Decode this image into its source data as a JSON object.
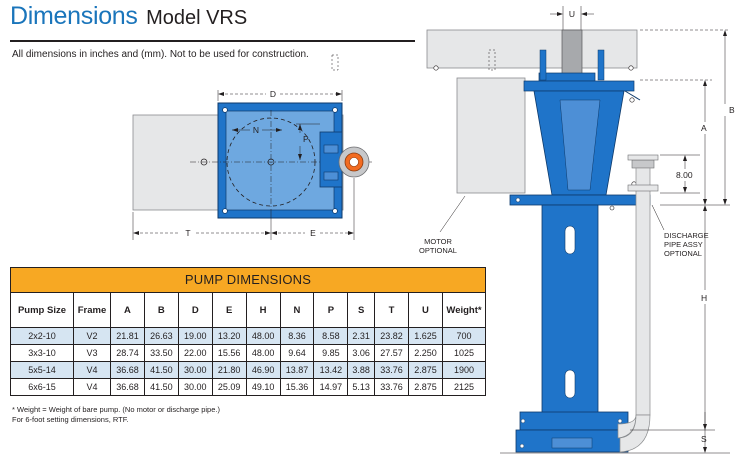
{
  "header": {
    "title": "Dimensions",
    "model": "Model VRS",
    "note": "All dimensions in inches and (mm). Not to be used for construction."
  },
  "plan_view": {
    "labels": {
      "d": "D",
      "n": "N",
      "p": "P",
      "t": "T",
      "e": "E"
    }
  },
  "side_view": {
    "labels": {
      "u": "U",
      "a": "A",
      "b": "B",
      "h": "H",
      "s": "S",
      "dim_800": "8.00"
    },
    "motor_note": [
      "MOTOR",
      "OPTIONAL"
    ],
    "discharge_note": [
      "DISCHARGE",
      "PIPE ASSY",
      "OPTIONAL"
    ]
  },
  "table": {
    "title": "PUMP DIMENSIONS",
    "columns": [
      "Pump Size",
      "Frame",
      "A",
      "B",
      "D",
      "E",
      "H",
      "N",
      "P",
      "S",
      "T",
      "U",
      "Weight*"
    ],
    "rows": [
      [
        "2x2-10",
        "V2",
        "21.81",
        "26.63",
        "19.00",
        "13.20",
        "48.00",
        "8.36",
        "8.58",
        "2.31",
        "23.82",
        "1.625",
        "700"
      ],
      [
        "3x3-10",
        "V3",
        "28.74",
        "33.50",
        "22.00",
        "15.56",
        "48.00",
        "9.64",
        "9.85",
        "3.06",
        "27.57",
        "2.250",
        "1025"
      ],
      [
        "5x5-14",
        "V4",
        "36.68",
        "41.50",
        "30.00",
        "21.80",
        "46.90",
        "13.87",
        "13.42",
        "3.88",
        "33.76",
        "2.875",
        "1900"
      ],
      [
        "6x6-15",
        "V4",
        "36.68",
        "41.50",
        "30.00",
        "25.09",
        "49.10",
        "15.36",
        "14.97",
        "5.13",
        "33.76",
        "2.875",
        "2125"
      ]
    ]
  },
  "footnotes": {
    "weight": "* Weight = Weight of bare pump. (No motor or discharge pipe.)",
    "six_foot": "For 6-foot setting dimensions, RTF."
  },
  "colors": {
    "title_blue": "#1a75bb",
    "pump_blue": "#1f74c9",
    "table_header": "#f7a823",
    "row_tint": "#d6e5f2",
    "motor_gray": "#e6e7e8"
  }
}
